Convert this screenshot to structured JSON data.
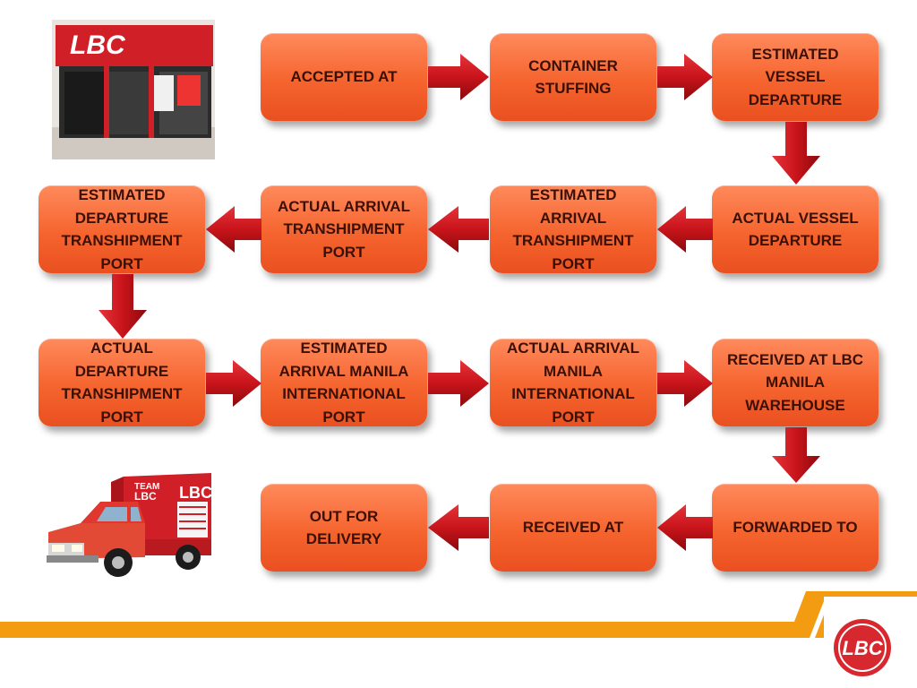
{
  "steps": [
    {
      "id": "accepted-at",
      "label": "ACCEPTED AT"
    },
    {
      "id": "container-stuffing",
      "label": "CONTAINER\nSTUFFING"
    },
    {
      "id": "estimated-vessel-departure",
      "label": "ESTIMATED\nVESSEL\nDEPARTURE"
    },
    {
      "id": "actual-vessel-departure",
      "label": "ACTUAL VESSEL\nDEPARTURE"
    },
    {
      "id": "estimated-arrival-transhipment-port",
      "label": "ESTIMATED\nARRIVAL\nTRANSHIPMENT\nPORT"
    },
    {
      "id": "actual-arrival-transhipment-port",
      "label": "ACTUAL ARRIVAL\nTRANSHIPMENT\nPORT"
    },
    {
      "id": "estimated-departure-transhipment-port",
      "label": "ESTIMATED\nDEPARTURE\nTRANSHIPMENT\nPORT"
    },
    {
      "id": "actual-departure-transhipment-port",
      "label": "ACTUAL\nDEPARTURE\nTRANSHIPMENT\nPORT"
    },
    {
      "id": "estimated-arrival-manila",
      "label": "ESTIMATED\nARRIVAL MANILA\nINTERNATIONAL\nPORT"
    },
    {
      "id": "actual-arrival-manila",
      "label": "ACTUAL ARRIVAL\nMANILA\nINTERNATIONAL\nPORT"
    },
    {
      "id": "received-at-lbc-manila-warehouse",
      "label": "RECEIVED AT LBC\nMANILA\nWAREHOUSE"
    },
    {
      "id": "forwarded-to",
      "label": "FORWARDED TO"
    },
    {
      "id": "received-at",
      "label": "RECEIVED AT"
    },
    {
      "id": "out-for-delivery",
      "label": "OUT FOR\nDELIVERY"
    }
  ],
  "branding": {
    "store_sign": "LBC",
    "truck_team_text": "TEAM",
    "truck_brand_text": "LBC",
    "logo_text": "LBC"
  },
  "colors": {
    "step_fill": "#f5642e",
    "arrow_red": "#c8141a",
    "bar_orange": "#f39c12",
    "logo_red": "#d7282f"
  }
}
